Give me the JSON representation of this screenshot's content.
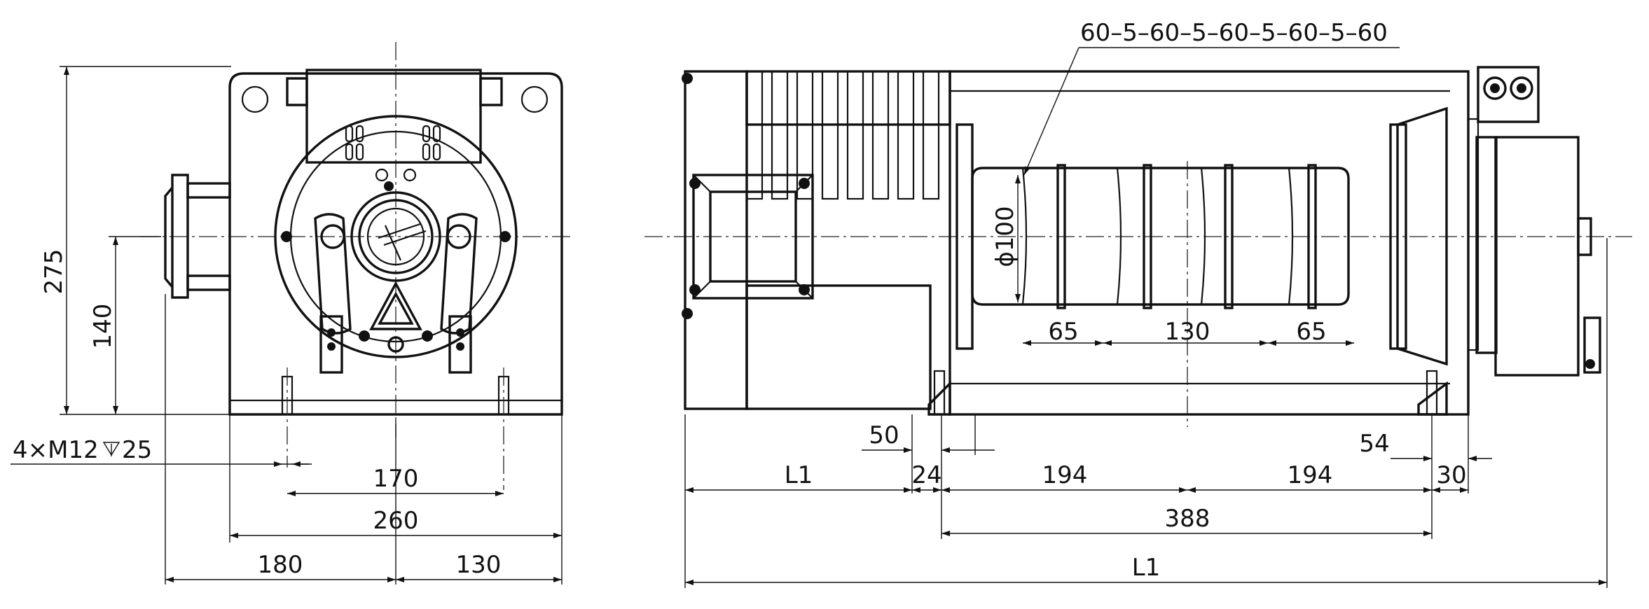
{
  "front_view": {
    "dim_275": "275",
    "dim_140": "140",
    "thread_note": "4×M12",
    "thread_depth": "25",
    "dim_170": "170",
    "dim_260": "260",
    "dim_180": "180",
    "dim_130": "130"
  },
  "side_view": {
    "groove_spec": "60–5–60–5–60–5–60–5–60",
    "drum_diameter": "ϕ100",
    "dim_65_left": "65",
    "dim_130": "130",
    "dim_65_right": "65",
    "dim_50": "50",
    "dim_54": "54",
    "dim_L1_left": "L1",
    "dim_24": "24",
    "dim_194_left": "194",
    "dim_194_right": "194",
    "dim_30": "30",
    "dim_388": "388",
    "dim_L1_total": "L1"
  }
}
